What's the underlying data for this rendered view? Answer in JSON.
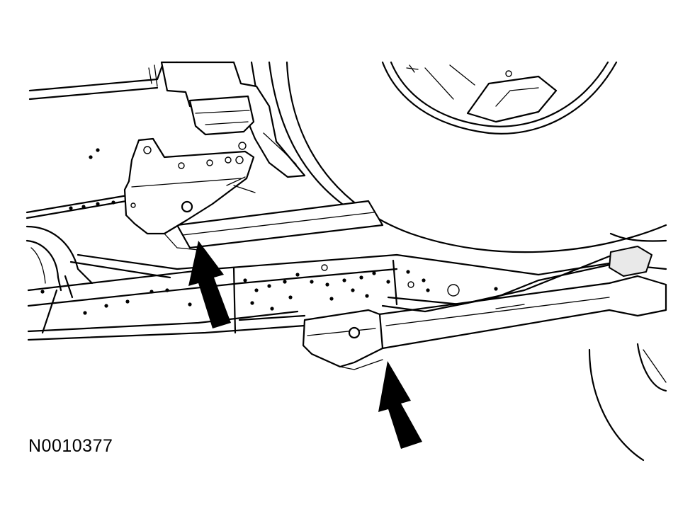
{
  "figure": {
    "id_label": "N0010377",
    "line_color": "#000000",
    "background": "#ffffff",
    "callouts": [
      {
        "name": "upper-arrow",
        "points_to": "front-frame-bracket"
      },
      {
        "name": "lower-arrow",
        "points_to": "rear-frame-bracket"
      }
    ]
  }
}
